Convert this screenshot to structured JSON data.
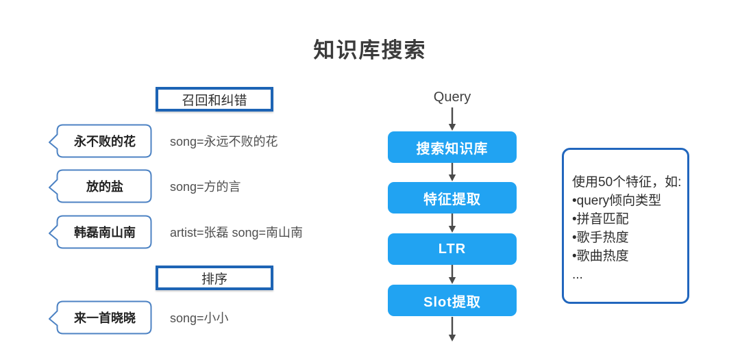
{
  "title": "知识库搜索",
  "left": {
    "recall_header": "召回和纠错",
    "sort_header": "排序",
    "recall_examples": [
      {
        "query": "永不败的花",
        "result": "song=永远不败的花"
      },
      {
        "query": "放的盐",
        "result": "song=方的言"
      },
      {
        "query": "韩磊南山南",
        "result": "artist=张磊 song=南山南"
      }
    ],
    "sort_examples": [
      {
        "query": "来一首晓晓",
        "result": "song=小小"
      }
    ]
  },
  "flow": {
    "input_label": "Query",
    "steps": [
      {
        "label": "搜索知识库"
      },
      {
        "label": "特征提取"
      },
      {
        "label": "LTR"
      },
      {
        "label": "Slot提取"
      }
    ]
  },
  "features_panel": {
    "intro": "使用50个特征，如:",
    "items": [
      "•query倾向类型",
      "•拼音匹配",
      "•歌手热度",
      "•歌曲热度",
      "..."
    ]
  },
  "colors": {
    "flow_box_fill": "#21a3f2",
    "flow_box_text": "#ffffff",
    "section_header_border": "#1d64b5",
    "features_panel_border": "#2166bd",
    "bubble_border": "#4c82c3",
    "arrow": "#4a4a4a",
    "title_text": "#3b3b3b"
  }
}
